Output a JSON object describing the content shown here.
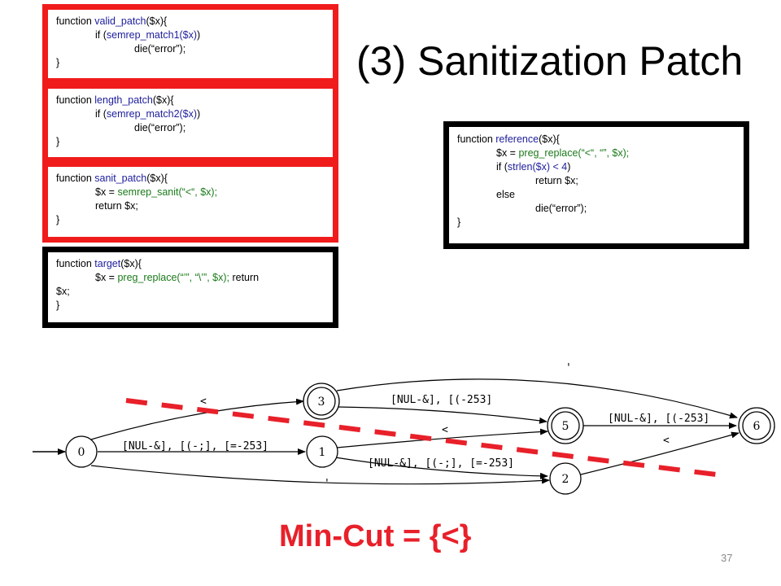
{
  "title": "(3) Sanitization Patch",
  "code_boxes": {
    "valid_patch": {
      "l1_a": "function ",
      "l1_name": "valid_patch",
      "l1_b": "($x){",
      "l2_a": "if (",
      "l2_call": "semrep_match1($x)",
      "l2_b": ")",
      "l3": "die(“error”);",
      "l4": "}"
    },
    "length_patch": {
      "l1_a": "function ",
      "l1_name": "length_patch",
      "l1_b": "($x){",
      "l2_a": "if (",
      "l2_call": "semrep_match2($x)",
      "l2_b": ")",
      "l3": "die(“error”);",
      "l4": "}"
    },
    "sanit_patch": {
      "l1_a": "function ",
      "l1_name": "sanit_patch",
      "l1_b": "($x){",
      "l2_a": "$x = ",
      "l2_call": "semrep_sanit(“<“, $x);",
      "l3": "return $x;",
      "l4": "}"
    },
    "target": {
      "l1_a": "function ",
      "l1_name": "target",
      "l1_b": "($x){",
      "l2_a": "$x = ",
      "l2_call": "preg_replace(“’”, “\\’”, $x);",
      "l2_b": "  return",
      "l3": "$x;",
      "l4": "}"
    },
    "reference": {
      "l1_a": "function ",
      "l1_name": "reference",
      "l1_b": "($x){",
      "l2_a": "$x = ",
      "l2_call": "preg_replace(“<“, “”, $x);",
      "l3_a": "if (",
      "l3_call": "strlen($x) < 4",
      "l3_b": ")",
      "l4": "return $x;",
      "l5": "else",
      "l6": "die(“error”);",
      "l7": "}"
    }
  },
  "automaton": {
    "states": [
      "0",
      "1",
      "2",
      "3",
      "5",
      "6"
    ],
    "accepting": [
      "3",
      "5",
      "6"
    ],
    "initial": "0",
    "edge_labels": {
      "e_0_3": "<",
      "e_0_1": "[NUL-&], [(-;], [=-253]",
      "e_0_2": "'",
      "e_3_6": "'",
      "e_3_5": "[NUL-&], [(-253]",
      "e_1_5": "<",
      "e_1_2": "[NUL-&], [(-;], [=-253]",
      "e_5_6": "[NUL-&], [(-253]",
      "e_2_6": "<"
    }
  },
  "colors": {
    "red": "#f01c1c",
    "cut_line": "#e8202a",
    "blue": "#1d1d9c",
    "green": "#1a7a1a"
  },
  "min_cut": "Min-Cut = {<}",
  "page_number": "37"
}
